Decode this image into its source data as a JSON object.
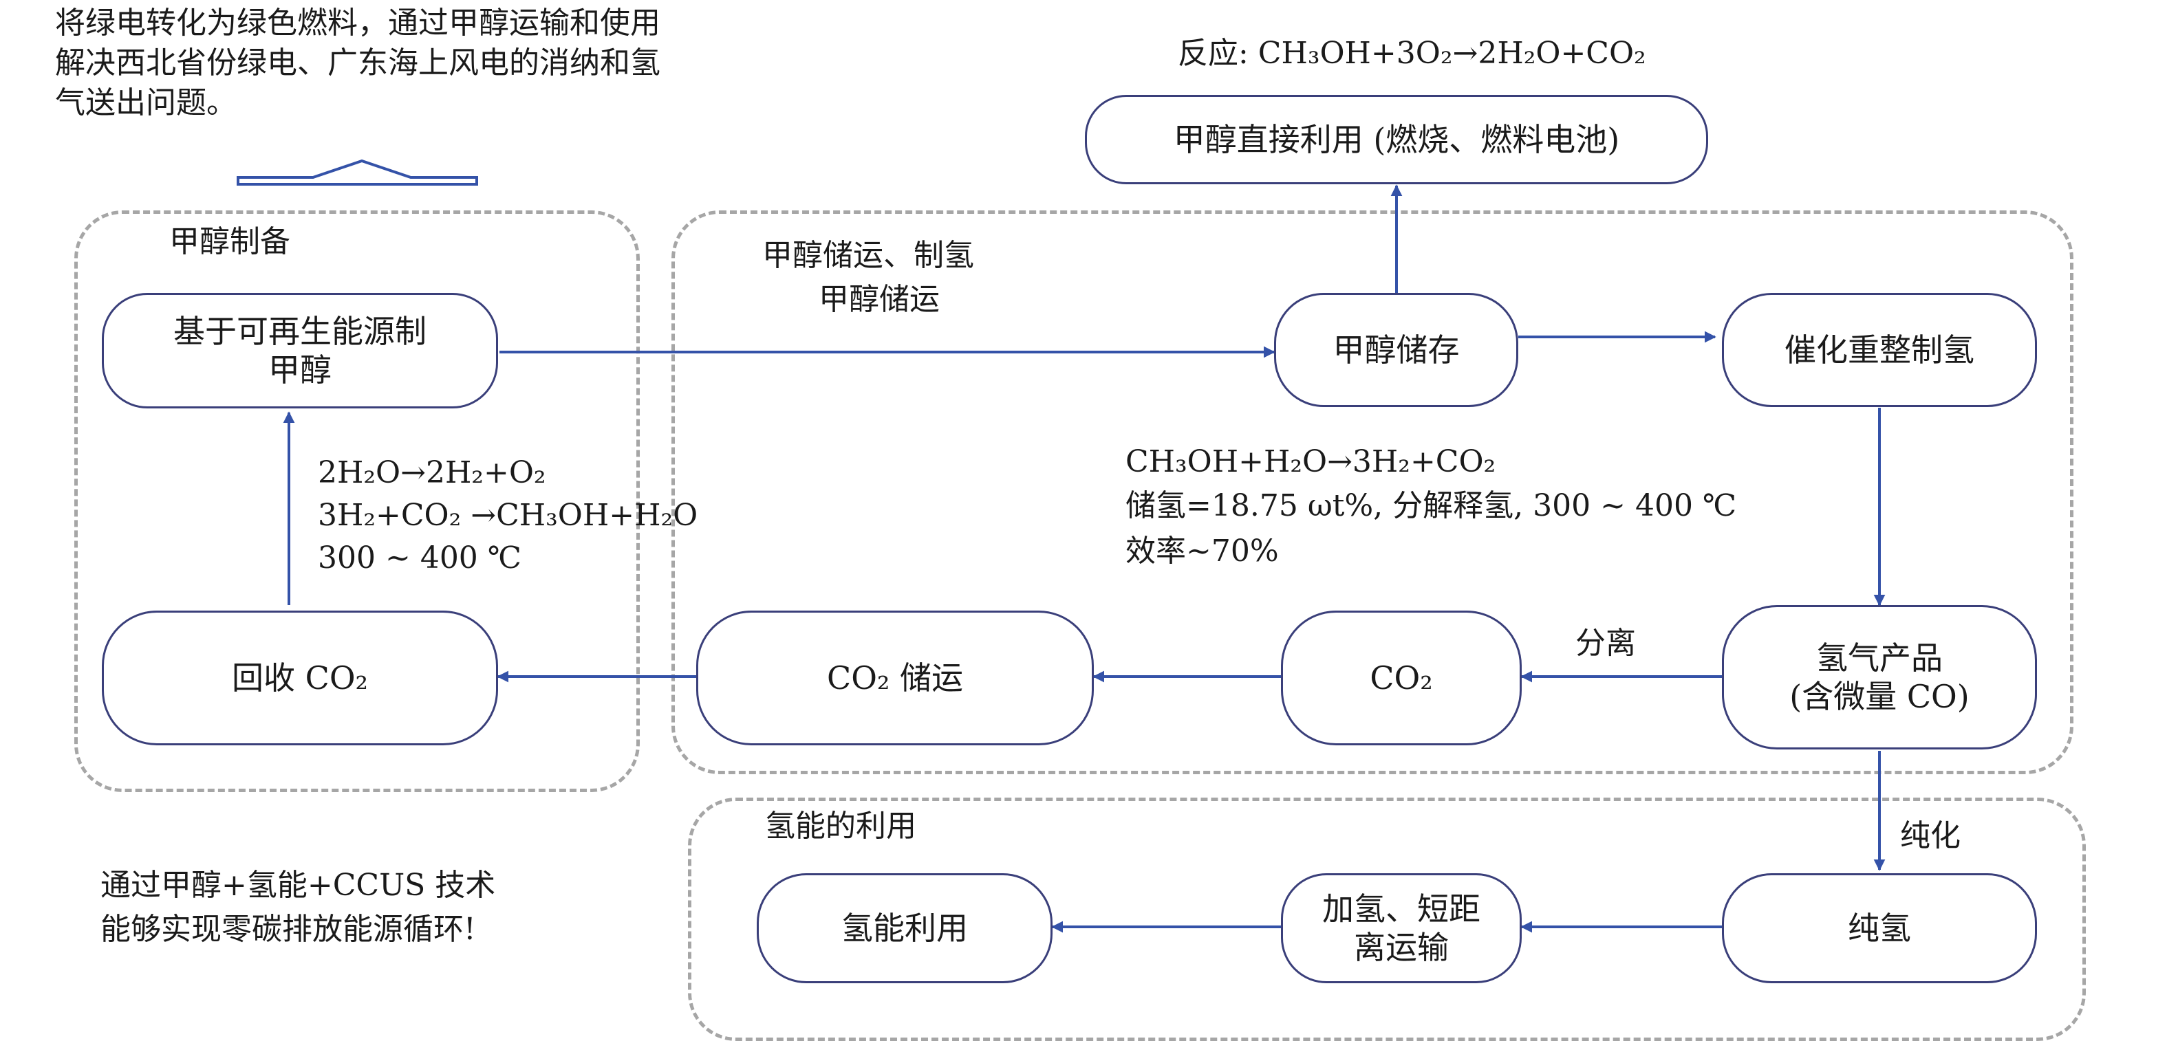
{
  "intro": {
    "line1": "将绿电转化为绿色燃料，通过甲醇运输和使用",
    "line2": "解决西北省份绿电、广东海上风电的消纳和氢",
    "line3": "气送出问题。"
  },
  "reaction_top": "反应: CH₃OH+3O₂→2H₂O+CO₂",
  "groups": {
    "methanol_prep": "甲醇制备",
    "storage_hydrogen_line1": "甲醇储运、制氢",
    "storage_hydrogen_line2": "甲醇储运",
    "hydrogen_use": "氢能的利用"
  },
  "nodes": {
    "renewable_methanol_line1": "基于可再生能源制",
    "renewable_methanol_line2": "甲醇",
    "recover_co2": "回收 CO₂",
    "co2_transport": "CO₂ 储运",
    "co2": "CO₂",
    "methanol_storage": "甲醇储存",
    "catalytic_reforming": "催化重整制氢",
    "direct_use": "甲醇直接利用 (燃烧、燃料电池)",
    "hydrogen_product_line1": "氢气产品",
    "hydrogen_product_line2": "(含微量 CO)",
    "pure_hydrogen": "纯氢",
    "refuel_line1": "加氢、短距",
    "refuel_line2": "离运输",
    "hydrogen_use": "氢能利用"
  },
  "synthesis_eqs": {
    "line1": "2H₂O→2H₂+O₂",
    "line2": "3H₂+CO₂ →CH₃OH+H₂O",
    "line3": "300 ~ 400 ℃"
  },
  "reforming_eqs": {
    "line1": "CH₃OH+H₂O→3H₂+CO₂",
    "line2": "储氢=18.75 ωt%, 分解释氢, 300 ~ 400 ℃",
    "line3": "效率~70%"
  },
  "edge_labels": {
    "separation": "分离",
    "purification": "纯化"
  },
  "conclusion": {
    "line1": "通过甲醇+氢能+CCUS 技术",
    "line2": "能够实现零碳排放能源循环!"
  },
  "colors": {
    "arrow": "#3452a8",
    "node_border": "#3a3f7a",
    "group_border": "#a6a6a6"
  }
}
